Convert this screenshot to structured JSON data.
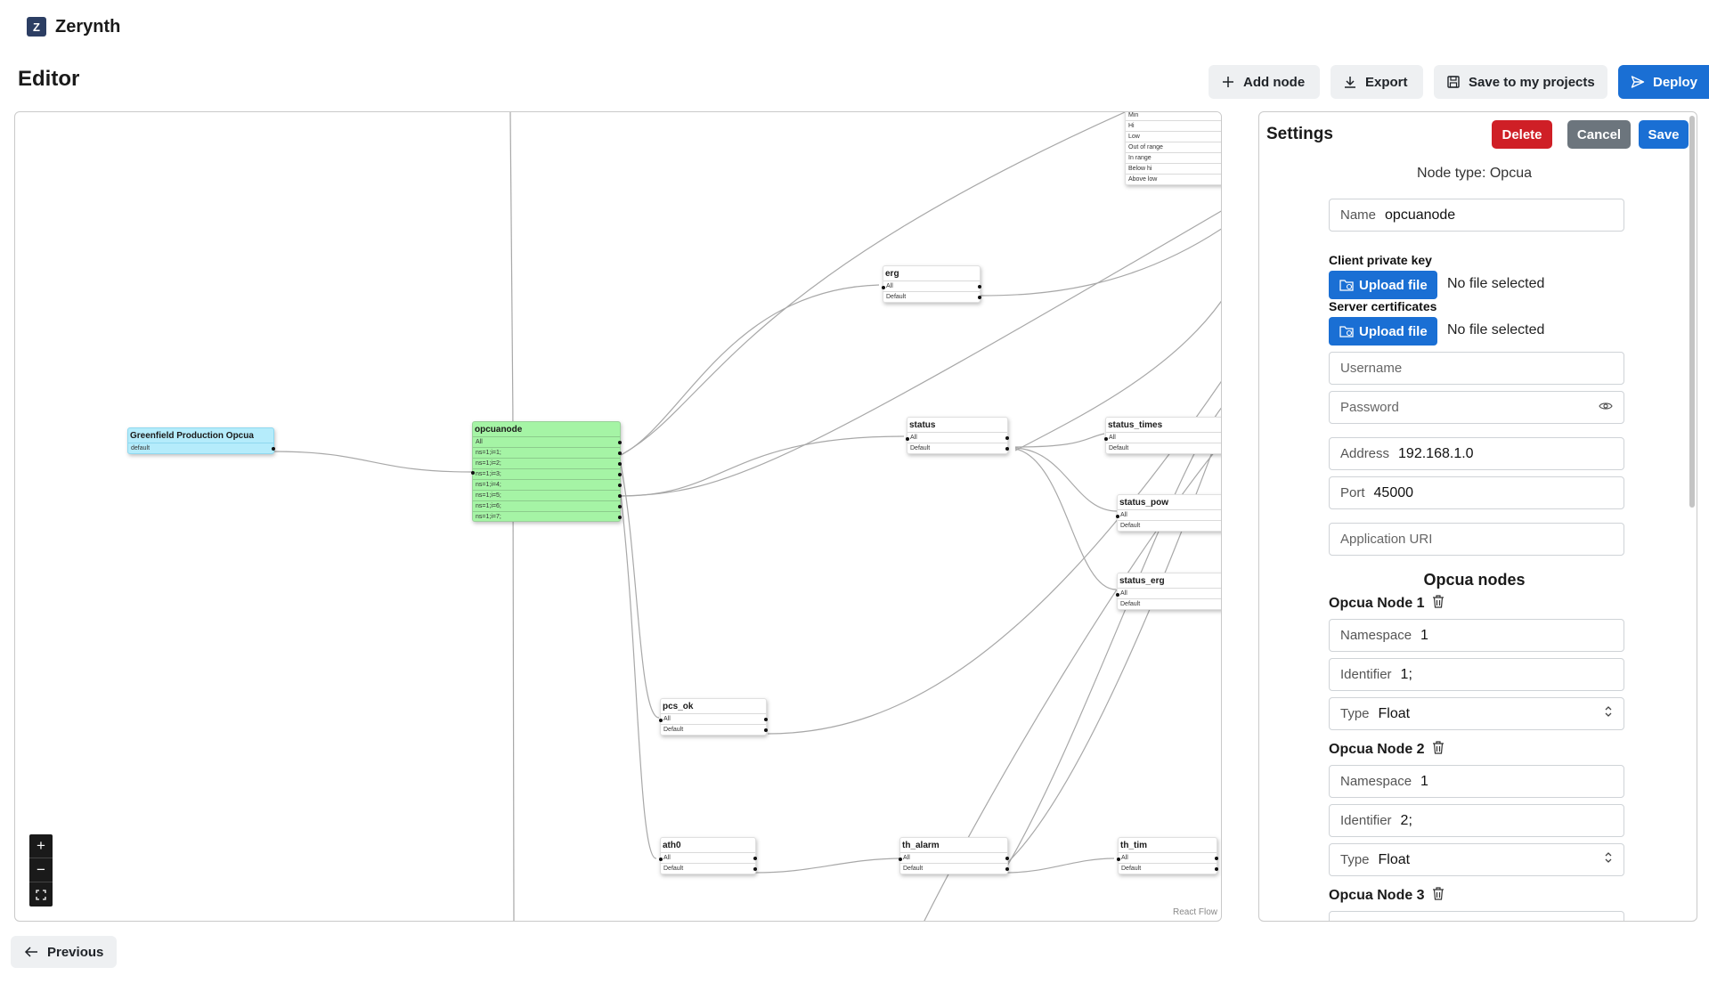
{
  "app": {
    "brand": "Zerynth",
    "page_title": "Editor"
  },
  "toolbar": {
    "add_node": "Add node",
    "export": "Export",
    "save_projects": "Save to my projects",
    "deploy": "Deploy"
  },
  "canvas": {
    "attribution": "React Flow",
    "nodes": {
      "greenfield": {
        "title": "Greenfield Production Opcua",
        "rows": [
          "default"
        ]
      },
      "opcuanode": {
        "title": "opcuanode",
        "rows": [
          "All",
          "ns=1;i=1;",
          "ns=1;i=2;",
          "ns=1;i=3;",
          "ns=1;i=4;",
          "ns=1;i=5;",
          "ns=1;i=6;",
          "ns=1;i=7;"
        ]
      },
      "top": {
        "rows": [
          "Min",
          "Hi",
          "Low",
          "Out of range",
          "In range",
          "Below hi",
          "Above low"
        ]
      },
      "erg": {
        "title": "erg",
        "rows": [
          "All",
          "Default"
        ]
      },
      "status": {
        "title": "status",
        "rows": [
          "All",
          "Default"
        ]
      },
      "status_times": {
        "title": "status_times",
        "rows": [
          "All",
          "Default"
        ]
      },
      "status_pow": {
        "title": "status_pow",
        "rows": [
          "All",
          "Default"
        ]
      },
      "status_erg": {
        "title": "status_erg",
        "rows": [
          "All",
          "Default"
        ]
      },
      "pcs_ok": {
        "title": "pcs_ok",
        "rows": [
          "All",
          "Default"
        ]
      },
      "ath0": {
        "title": "ath0",
        "rows": [
          "All",
          "Default"
        ]
      },
      "th_alarm": {
        "title": "th_alarm",
        "rows": [
          "All",
          "Default"
        ]
      },
      "th_tim": {
        "title": "th_tim",
        "rows": [
          "All",
          "Default"
        ]
      }
    }
  },
  "settings": {
    "title": "Settings",
    "delete": "Delete",
    "cancel": "Cancel",
    "save": "Save",
    "node_type": "Node type: Opcua",
    "name_label": "Name",
    "name_value": "opcuanode",
    "client_key_label": "Client private key",
    "server_cert_label": "Server certificates",
    "upload": "Upload file",
    "no_file": "No file selected",
    "username_ph": "Username",
    "password_ph": "Password",
    "address_label": "Address",
    "address_value": "192.168.1.0",
    "port_label": "Port",
    "port_value": "45000",
    "app_uri_ph": "Application URI",
    "opcua_nodes_title": "Opcua nodes",
    "namespace_label": "Namespace",
    "identifier_label": "Identifier",
    "type_label": "Type",
    "nodes": [
      {
        "title": "Opcua Node 1",
        "namespace": "1",
        "identifier": "1;",
        "type": "Float"
      },
      {
        "title": "Opcua Node 2",
        "namespace": "1",
        "identifier": "2;",
        "type": "Float"
      },
      {
        "title": "Opcua Node 3"
      }
    ]
  },
  "footer": {
    "previous": "Previous"
  }
}
